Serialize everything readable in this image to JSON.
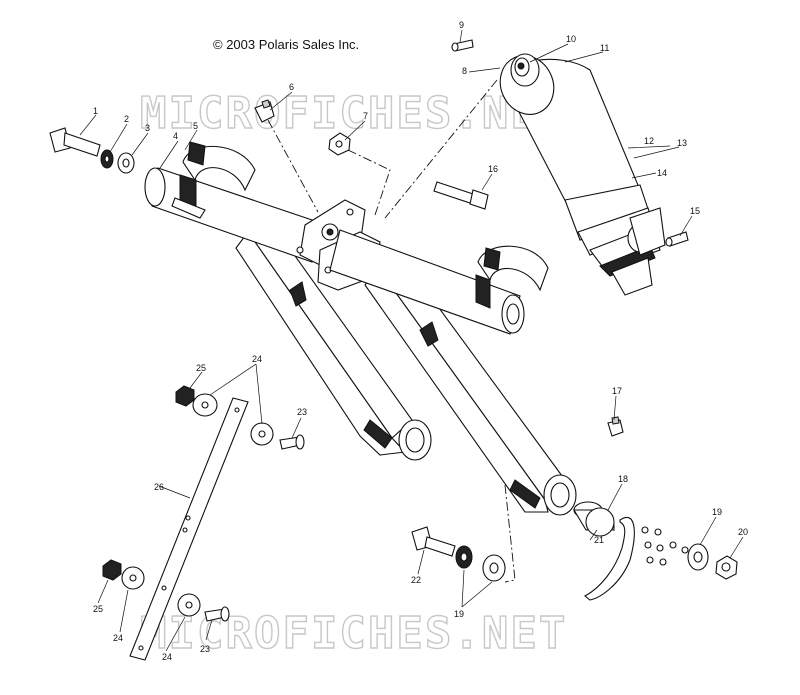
{
  "copyright": "© 2003 Polaris Sales Inc.",
  "watermark": "MICROFICHES.NET",
  "callouts": [
    "1",
    "2",
    "3",
    "4",
    "5",
    "6",
    "7",
    "8",
    "9",
    "10",
    "11",
    "12",
    "13",
    "14",
    "15",
    "16",
    "17",
    "18",
    "19",
    "19",
    "20",
    "21",
    "22",
    "23",
    "23",
    "24",
    "24",
    "24",
    "25",
    "25",
    "26"
  ]
}
